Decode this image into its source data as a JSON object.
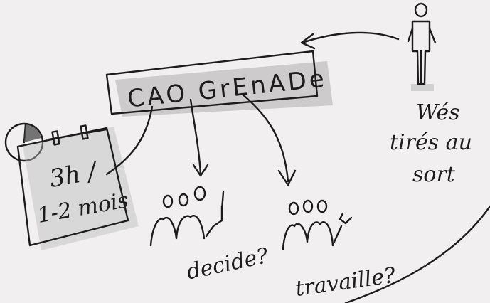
{
  "box": {
    "title": "CAO GrEnADe"
  },
  "calendar": {
    "line1": "3h /",
    "line2": "1-2 mois"
  },
  "person_caption": {
    "line1": "Wés",
    "line2": "tirés au",
    "line3": "sort"
  },
  "group_left": {
    "label": "decide?"
  },
  "group_right": {
    "label": "travaille?"
  },
  "colors": {
    "ink": "#1c1c1c",
    "paper": "#f1efef",
    "shadow": "#bdbcbc"
  }
}
